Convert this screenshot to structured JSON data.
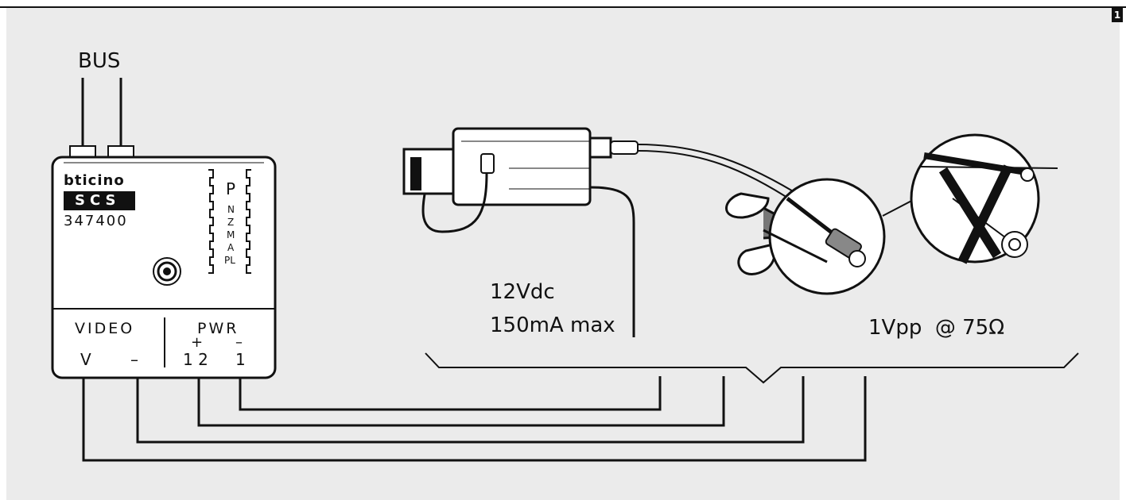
{
  "page": {
    "number": "1"
  },
  "module": {
    "bus_label": "BUS",
    "brand": "bticino",
    "series": "SCS",
    "model": "347400",
    "configurator_labels": [
      "P",
      "N",
      "Z",
      "M",
      "A",
      "PL"
    ],
    "video_label": "VIDEO",
    "pwr_label": "PWR",
    "plus_sign": "+",
    "minus_sign": "–",
    "terminal_v": "V",
    "terminal_video_minus": "–",
    "terminal_12": "1 2",
    "terminal_1": "1"
  },
  "camera": {
    "power_line1": "12Vdc",
    "power_line2": "150mA max",
    "video_spec": "1Vpp  @ 75Ω"
  }
}
